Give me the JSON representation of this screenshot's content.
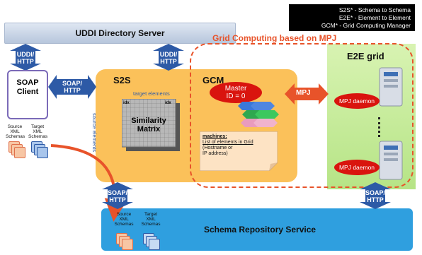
{
  "legend": {
    "line1": "S2S* - Schema to Schema",
    "line2": "E2E* - Element to Element",
    "line3": "GCM* - Grid Computing Manager"
  },
  "uddi_server": "UDDI Directory Server",
  "grid_title": "Grid Computing based on MPJ",
  "arrows": {
    "uddi_http_left": "UDDI/ HTTP",
    "uddi_http_mid": "UDDI/ HTTP",
    "soap_http_client": "SOAP/ HTTP",
    "soap_http_bottom": "SOAP/ HTTP",
    "soap_http_right": "SOAP/ HTTP",
    "mpj": "MPJ"
  },
  "soap_client": {
    "label": "SOAP Client"
  },
  "client_schemas": {
    "source": "Source XML Schemas",
    "target": "Target XML Schemas"
  },
  "s2s": {
    "label": "S2S",
    "gcm": "GCM",
    "target_elements": "target elements",
    "source_elements": "source elements",
    "idx1": "idx",
    "idx2": "idx",
    "matrix": "Similarity Matrix"
  },
  "master": {
    "label": "Master",
    "id": "ID = 0"
  },
  "machines": {
    "title": "machines:",
    "line1": "List of elements in Grid",
    "line2": "(Hostname or",
    "line3": "IP address)"
  },
  "e2e_grid": {
    "title": "E2E grid",
    "daemon1": "MPJ daemon",
    "daemon2": "MPJ daemon"
  },
  "repository": {
    "title": "Schema Repository Service",
    "source": "Source XML Schemas",
    "target": "Target XML Schemas"
  },
  "colors": {
    "accent_blue": "#2d5aa6",
    "s2s_orange": "#fbc15a",
    "grid_green": "#c8ec9c",
    "repo_blue": "#2f9fdf",
    "dashed_red": "#e8532a",
    "daemon_red": "#d9140e"
  }
}
